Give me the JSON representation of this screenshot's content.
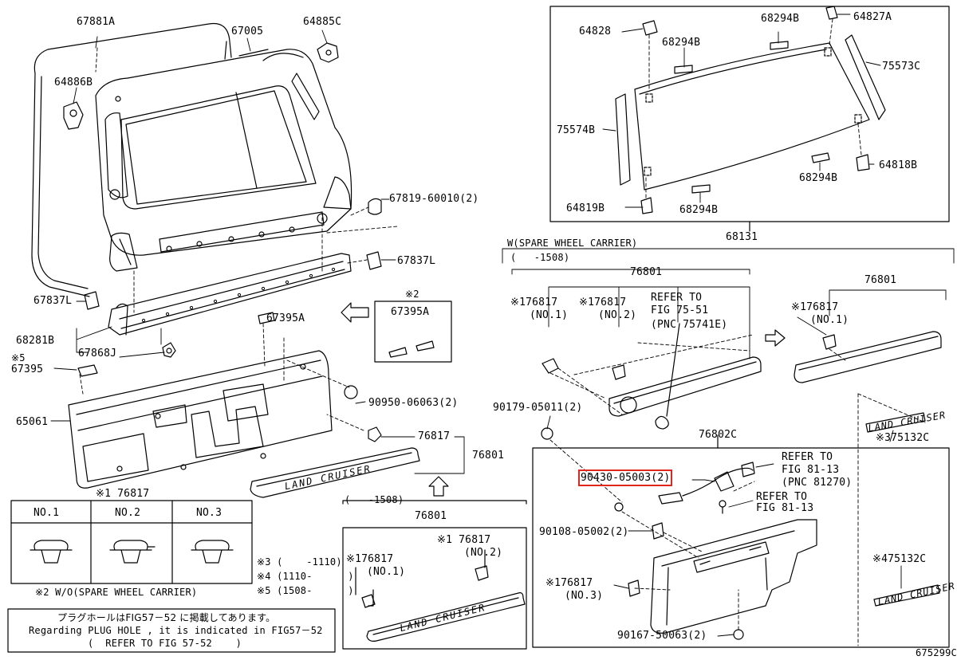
{
  "diagram_id": "675299C",
  "highlight_color": "#e1261c",
  "parts": {
    "p67881A": "67881A",
    "p67005": "67005",
    "p64885C": "64885C",
    "p64886B": "64886B",
    "p67819": "67819-60010(2)",
    "p67837L_r": "67837L",
    "p67837L_l": "67837L",
    "p68281B": "68281B",
    "p67868J": "67868J",
    "p67395A": "67395A",
    "p67395": "67395",
    "p90950": "90950-06063(2)",
    "p65061": "65061",
    "p76817_mid": "76817",
    "p76801_mid": "76801",
    "inset_mark": "※2",
    "inset_part": "67395A",
    "note5": "※5",
    "p64828": "64828",
    "p68294B_1": "68294B",
    "p64827A": "64827A",
    "p68294B_2": "68294B",
    "p75573C": "75573C",
    "p75574B": "75574B",
    "p64818B": "64818B",
    "p68294B_3": "68294B",
    "p64819B": "64819B",
    "p68294B_4": "68294B",
    "p68131": "68131",
    "w_spare": "W(SPARE WHEEL CARRIER)",
    "range1508_a": "(   -1508)",
    "p76801_a": "76801",
    "p176817_no1": "※176817",
    "no1_a": "(NO.1)",
    "p176817_no2": "※176817",
    "no2_a": "(NO.2)",
    "refer_75_l1": "REFER TO",
    "refer_75_l2": "FIG 75-51",
    "refer_75_l3": "(PNC 75741E)",
    "p76801_b": "76801",
    "p176817_b": "※176817",
    "no1_b": "(NO.1)",
    "p90179": "90179-05011(2)",
    "p75132C_a": "※375132C",
    "p76802C": "76802C",
    "p90430": "90430-05003(2)",
    "refer_81a_l1": "REFER TO",
    "refer_81a_l2": "FIG 81-13",
    "refer_81a_l3": "(PNC 81270)",
    "refer_81b_l1": "REFER TO",
    "refer_81b_l2": "FIG 81-13",
    "p90108": "90108-05002(2)",
    "p75132C_b": "※475132C",
    "p176817_no3": "※176817",
    "no3": "(NO.3)",
    "p90167": "90167-50063(2)",
    "range1508_b": "(   -1508)",
    "p76801_c": "76801",
    "p176817_c1": "※176817",
    "no1_c": "(NO.1)",
    "p176817_c2": "※1 76817",
    "no2_c": "(NO.2)",
    "p176817_table": "※1 76817"
  },
  "clip_table": {
    "headers": [
      "NO.1",
      "NO.2",
      "NO.3"
    ]
  },
  "notes": {
    "n3": "※3 (    -1110)",
    "n4": "※4 (1110-      )",
    "n5": "※5 (1508-      )",
    "n2": "※2 W/O(SPARE WHEEL CARRIER)"
  },
  "plug_note": {
    "jp": "プラグホールはFIG57－52 に掲載してあります。",
    "en": "Regarding PLUG HOLE , it is indicated in FIG57－52",
    "ref": "(  REFER TO FIG 57-52    )"
  },
  "emblem_text": "LAND CRUISER"
}
